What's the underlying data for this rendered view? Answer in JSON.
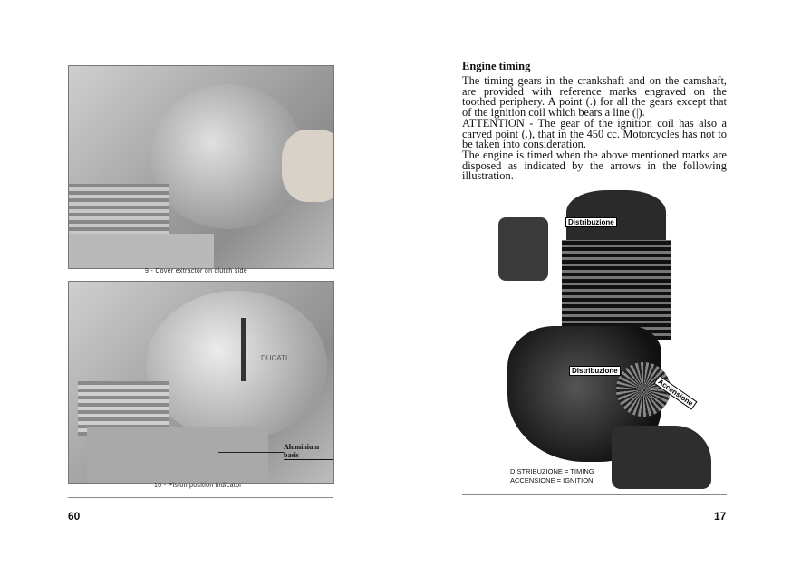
{
  "left_page": {
    "figure_9": {
      "caption": "9 - Cover extractor on clutch side"
    },
    "figure_10": {
      "caption": "10 - Piston position indicator",
      "annotation": "Aluminium basis",
      "logo_text": "DUCATI"
    },
    "page_number": "60"
  },
  "right_page": {
    "title": "Engine timing",
    "paragraphs": [
      "The timing gears in the crankshaft and on the camshaft, are provided with reference marks engraved on the toothed periphery. A point (.) for all the gears except that of the ignition coil which bears a line (|).",
      "ATTENTION - The gear of the ignition coil has also a carved point (.), that in the 450 cc. Motorcycles has not to be taken into consideration.",
      "The engine is timed when the above mentioned marks are disposed as indicated by the arrows in the following illustration."
    ],
    "illustration": {
      "label_top": "Distribuzione",
      "label_middle": "Distribuzione",
      "label_ignition": "Accensione",
      "legend": [
        "DISTRIBUZIONE = TIMING",
        "ACCENSIONE = IGNITION"
      ]
    },
    "page_number": "17"
  }
}
